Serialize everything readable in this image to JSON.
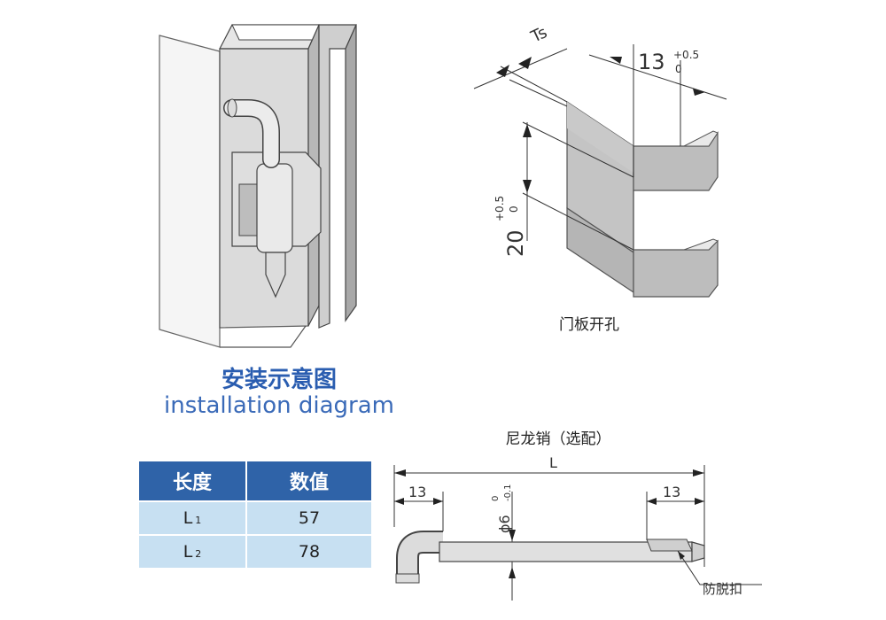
{
  "installation": {
    "title_cn": "安装示意图",
    "title_en": "installation diagram"
  },
  "cutout": {
    "caption": "门板开孔",
    "dim_thickness": "Ts",
    "dim_width": "13",
    "dim_width_tol_upper": "+0.5",
    "dim_width_tol_lower": "0",
    "dim_height": "20",
    "dim_height_tol_upper": "+0.5",
    "dim_height_tol_lower": "0"
  },
  "pin": {
    "caption": "尼龙销（选配）",
    "dim_length": "L",
    "dim_left": "13",
    "dim_right": "13",
    "dim_diameter": "ϕ6",
    "dim_diameter_tol_upper": "0",
    "dim_diameter_tol_lower": "-0.1",
    "anti_drop_label": "防脱扣"
  },
  "table": {
    "headers": [
      "长度",
      "数值"
    ],
    "rows": [
      {
        "name": "L",
        "sub": "1",
        "value": "57"
      },
      {
        "name": "L",
        "sub": "2",
        "value": "78"
      }
    ]
  }
}
